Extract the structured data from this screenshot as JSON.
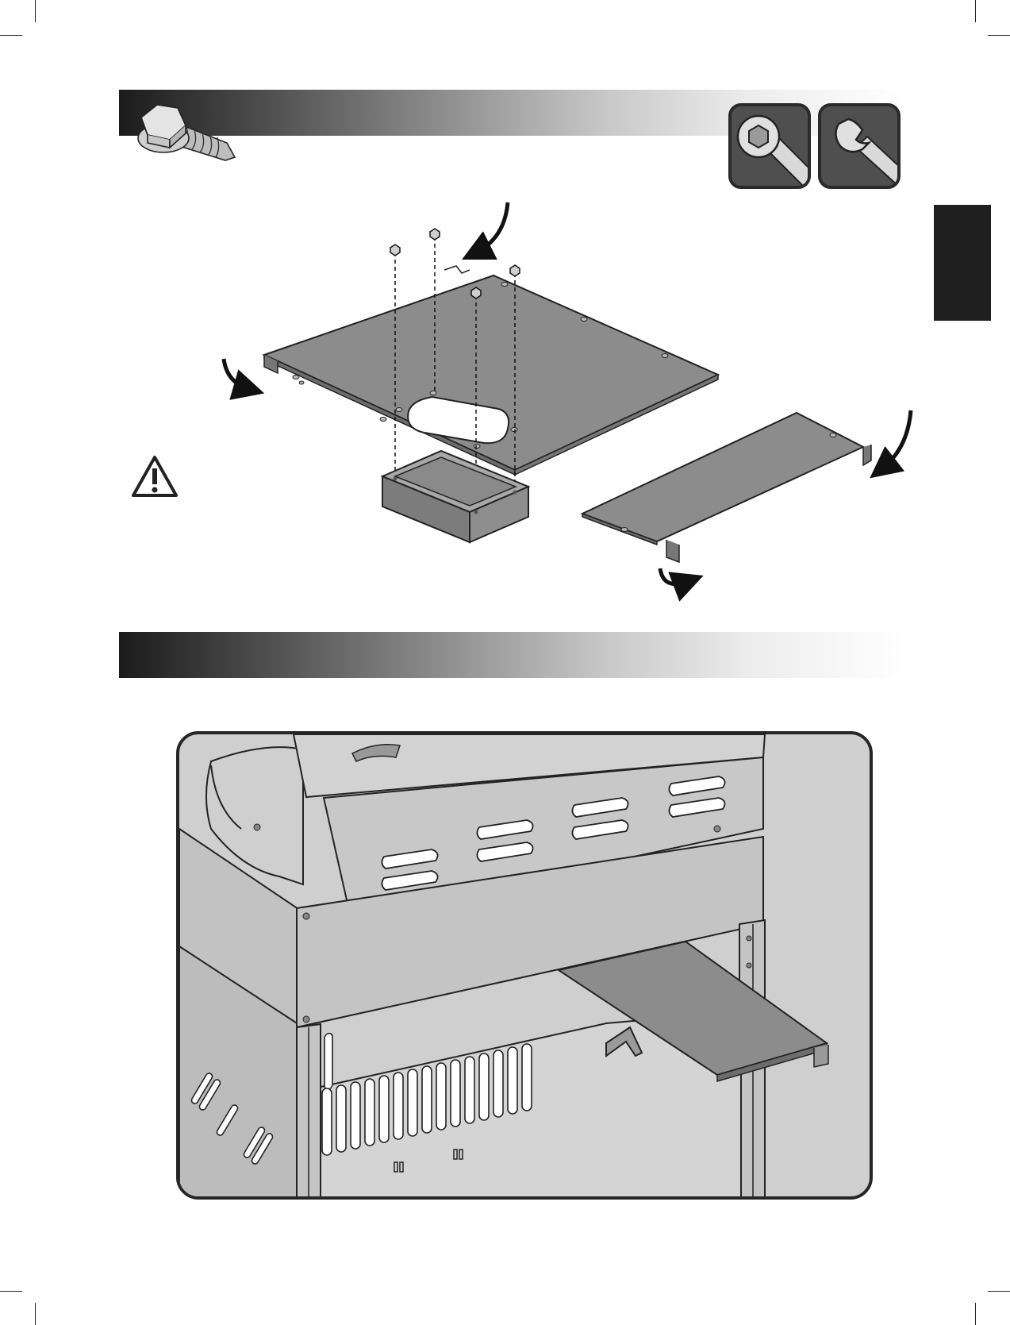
{
  "page": {
    "background": "#ffffff",
    "accent_dark": "#1f1f1f",
    "panel_gray": "#8a8a8a",
    "grill_gray": "#c4c4c4"
  },
  "section_1": {
    "banner_icon": "hex-washer-screw-icon",
    "tools": [
      "hex-socket-wrench-icon",
      "open-end-wrench-icon"
    ],
    "parts": [
      "upper-floor-panel",
      "grease-tray-box",
      "lower-bottom-shelf",
      "screws"
    ],
    "warning_icon": "warning-triangle-icon"
  },
  "section_2": {
    "scene": "bottom-shelf-slid-into-cart-frame",
    "direction_arrow": "up-arrow-icon"
  }
}
